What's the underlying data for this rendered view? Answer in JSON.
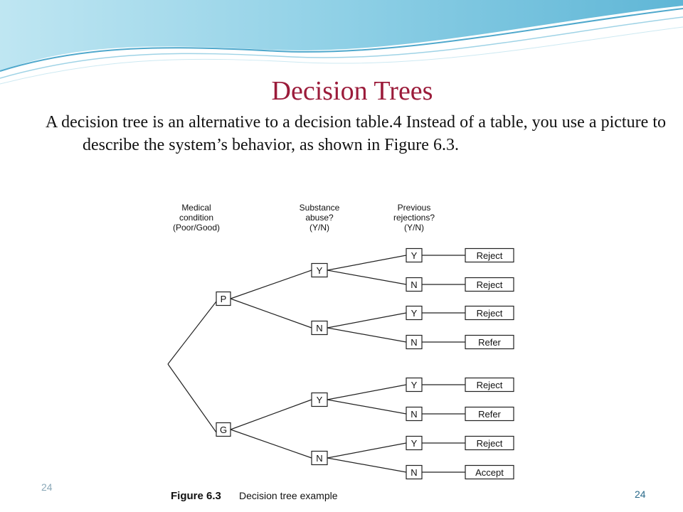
{
  "slide": {
    "title": "Decision Trees",
    "body": "A decision tree is an alternative to a decision table.4 Instead of a table, you use a picture to describe the system’s behavior, as shown in Figure 6.3.",
    "footer_left": "24",
    "footer_right": "24"
  },
  "figure": {
    "headers": {
      "medical": [
        "Medical",
        "condition",
        "(Poor/Good)"
      ],
      "substance": [
        "Substance",
        "abuse?",
        "(Y/N)"
      ],
      "previous": [
        "Previous",
        "rejections?",
        "(Y/N)"
      ]
    },
    "level1": [
      "P",
      "G"
    ],
    "level2": [
      "Y",
      "N",
      "Y",
      "N"
    ],
    "level3": [
      "Y",
      "N",
      "Y",
      "N",
      "Y",
      "N",
      "Y",
      "N"
    ],
    "outcomes": [
      "Reject",
      "Reject",
      "Reject",
      "Refer",
      "Reject",
      "Refer",
      "Reject",
      "Accept"
    ],
    "caption_label": "Figure 6.3",
    "caption_text": "Decision tree example"
  }
}
